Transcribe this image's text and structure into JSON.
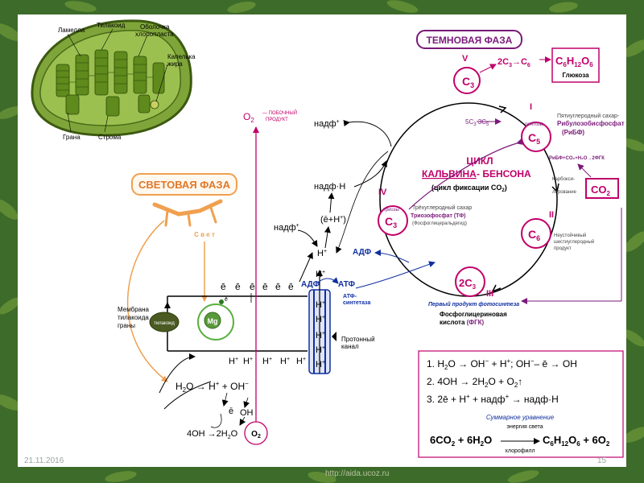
{
  "colors": {
    "magenta": "#c0006a",
    "purple": "#7a1a7a",
    "blue": "#1030a0",
    "orange": "#f0a050",
    "orange_dark": "#e07828",
    "green_chloroplast": "#5f8a1c",
    "background_leaves": "#3d6b2a"
  },
  "chloroplast": {
    "labels": {
      "lamella": "Ламелла",
      "thylakoid": "Тилакоид",
      "envelope": "Оболочка хлоропласта",
      "fat_drop": "Капелька жира",
      "grana": "Грана",
      "stroma": "Строма"
    }
  },
  "light_phase": {
    "title": "СВЕТОВАЯ ФАЗА",
    "light": "С в е т",
    "membrane_label": "Мембрана тилакоида граны",
    "thylakoid": "тилакоид",
    "mg": "Mg",
    "electron": "ē",
    "o2_side": "— ПОБОЧНЫЙ ПРОДУКТ",
    "atp_synthase": "АТФ-синтетаза",
    "proton_channel": "Протонный канал",
    "adp": "АДФ",
    "atp": "АТФ",
    "nadf": "надф",
    "nadf_h": "надф·Н",
    "e_plus_h": "(ē+H",
    "h_plus": "H",
    "water_eq": "H₂O → H⁺ + OH⁻",
    "oh": "OH",
    "oh_eq": "4OH → 2H₂O + O₂"
  },
  "dark_phase": {
    "title": "ТЕМНОВАЯ ФАЗА",
    "stage_v": "V",
    "stage_i": "I",
    "stage_ii": "II",
    "stage_iii": "III",
    "stage_iv": "IV",
    "c3_arrow": "2C₃→C₆",
    "glucose": "Глюкоза",
    "pentose_desc": "Пятиуглеродный сахар-",
    "ribulose": "Рибулозобисфосфат",
    "ribf": "(РиБФ)",
    "ribf_eq": "РиБФ+CO₂+H₂O→2ФГК",
    "c5_eq": "5C₃→3C₅",
    "pentoses": "пентозы",
    "trioses": "триозы",
    "cycle_title": "ЦИКЛ",
    "cycle_name_a": "КАЛЬВИНА",
    "cycle_name_b": "- БЕНСОНА",
    "cycle_sub": "(цикл фиксации CO₂)",
    "triose_desc": "Трёхуглеродный сахар",
    "triose_phosphate": "Триозофосфат (ТФ)",
    "triose_phosphate_b": "(Фосфоглицеральдегид)",
    "carboxylation_a": "Карбокси-",
    "carboxylation_b": "лирование",
    "co2": "CO₂",
    "c6_desc_a": "Неустойчивый",
    "c6_desc_b": "шестиуглеродный",
    "c6_desc_c": "продукт",
    "first_product": "Первый продукт фотосинтеза",
    "pga_a": "Фосфоглицериновая",
    "pga_b": "кислота (ФГК)"
  },
  "equations": {
    "eq1": "1. H₂O → OH⁻ + H⁺;   OH⁻– ē → OH",
    "eq2": "2. 4OH → 2H₂O + O₂↑",
    "eq3": "3. 2ē + H⁺ + надф⁺ → надф·H",
    "summary_title": "Суммарное уравнение",
    "light_energy": "энергия света",
    "chlorophyll": "хлорофилл",
    "summary_left": "6CO₂ + 6H₂O",
    "summary_right": "C₆H₁₂O₆ + 6O₂"
  },
  "footer": {
    "date": "21.11.2016",
    "page": "15",
    "watermark": "http://aida.ucoz.ru"
  }
}
